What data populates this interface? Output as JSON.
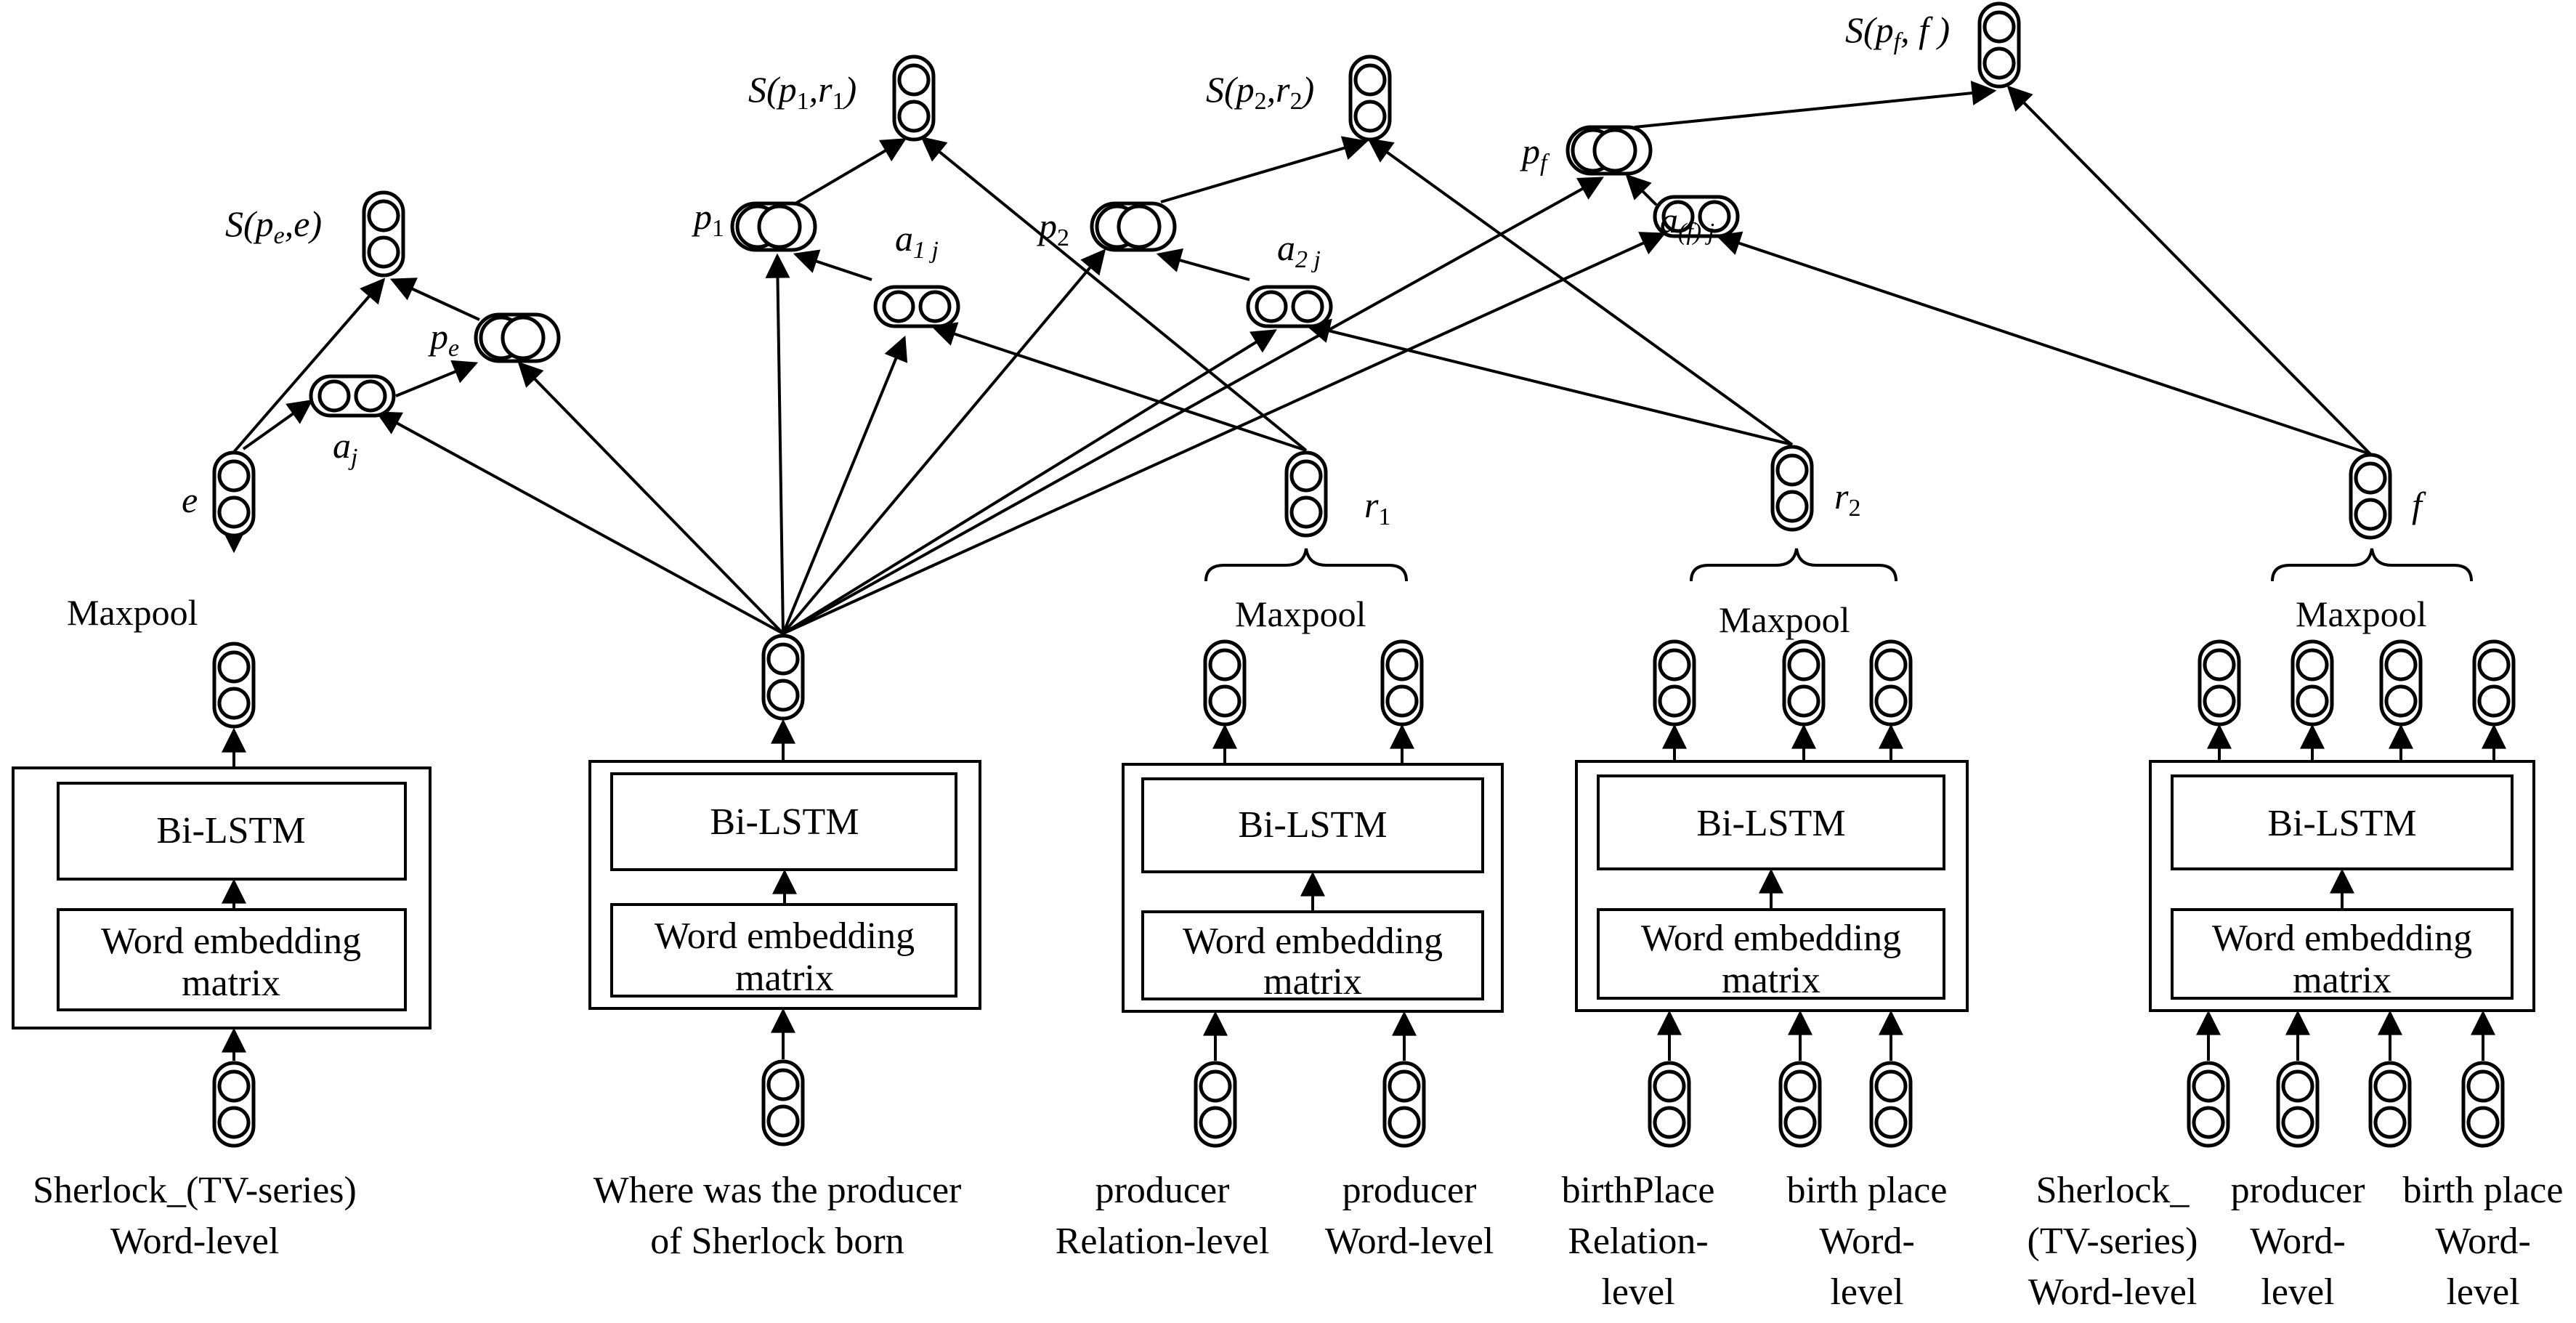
{
  "encoders": {
    "box1": {
      "top": "Bi-LSTM",
      "bottom1": "Word embedding",
      "bottom2": "matrix"
    },
    "box2": {
      "top": "Bi-LSTM",
      "bottom1": "Word embedding",
      "bottom2": "matrix"
    },
    "box3": {
      "top": "Bi-LSTM",
      "bottom1": "Word embedding",
      "bottom2": "matrix"
    },
    "box4": {
      "top": "Bi-LSTM",
      "bottom1": "Word embedding",
      "bottom2": "matrix"
    },
    "box5": {
      "top": "Bi-LSTM",
      "bottom1": "Word embedding",
      "bottom2": "matrix"
    }
  },
  "maxpool": {
    "m1": "Maxpool",
    "m3": "Maxpool",
    "m4": "Maxpool",
    "m5": "Maxpool"
  },
  "inputs": {
    "i1": [
      "Sherlock_(TV-series)",
      "Word-level"
    ],
    "i2": [
      "Where was the producer",
      "of Sherlock born"
    ],
    "i3a": [
      "producer",
      "Relation-level"
    ],
    "i3b": [
      "producer",
      "Word-level"
    ],
    "i4a": [
      "birthPlace",
      "Relation-",
      "level"
    ],
    "i4b": [
      "birth place",
      "Word-",
      "level"
    ],
    "i5a": [
      "Sherlock_",
      "(TV-series)",
      "Word-level"
    ],
    "i5b": [
      "producer",
      "Word-",
      "level"
    ],
    "i5c": [
      "birth place",
      "Word-",
      "level"
    ]
  },
  "labels": {
    "e": "e",
    "aj": "a",
    "aj_sub": "j",
    "pe": "p",
    "pe_sub": "e",
    "spe_S": "S(",
    "spe_p": "p",
    "spe_psub": "e",
    "spe_rest": ",e)",
    "p1": "p",
    "p1_sub": "1",
    "a1j": "a",
    "a1j_sub": "1 j",
    "sp1_S": "S(",
    "sp1_p": "p",
    "sp1_psub": "1",
    "sp1_comma": ",",
    "sp1_r": "r",
    "sp1_rsub": "1",
    "sp1_close": ")",
    "p2": "p",
    "p2_sub": "2",
    "a2j": "a",
    "a2j_sub": "2 j",
    "sp2_S": "S(",
    "sp2_p": "p",
    "sp2_psub": "2",
    "sp2_comma": ",",
    "sp2_r": "r",
    "sp2_rsub": "2",
    "sp2_close": ")",
    "r1": "r",
    "r1_sub": "1",
    "r2": "r",
    "r2_sub": "2",
    "pf": "p",
    "pf_sub": "f",
    "afj": "a",
    "afj_sub": "(f) j",
    "spf_S": "S(",
    "spf_p": "p",
    "spf_psub": "f",
    "spf_rest": ", f )",
    "f": "f"
  }
}
